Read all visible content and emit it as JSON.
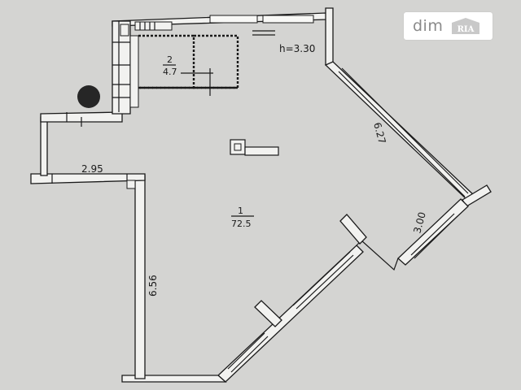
{
  "plan": {
    "ceiling_height": "h=3.30",
    "dimensions": {
      "top_left_wall": "2.95",
      "left_wall": "6.56",
      "right_diagonal_wall": "6.27",
      "right_short_wall": "3.00"
    },
    "rooms": [
      {
        "number": "2",
        "area": "4.7"
      },
      {
        "number": "1",
        "area": "72.5"
      }
    ]
  },
  "watermark": {
    "brand": "dim",
    "logo_text": "RIA"
  },
  "colors": {
    "background": "#d4d4d2",
    "walls": "#f2f2f0",
    "lines": "#1a1a1a",
    "riser": "#262626"
  }
}
